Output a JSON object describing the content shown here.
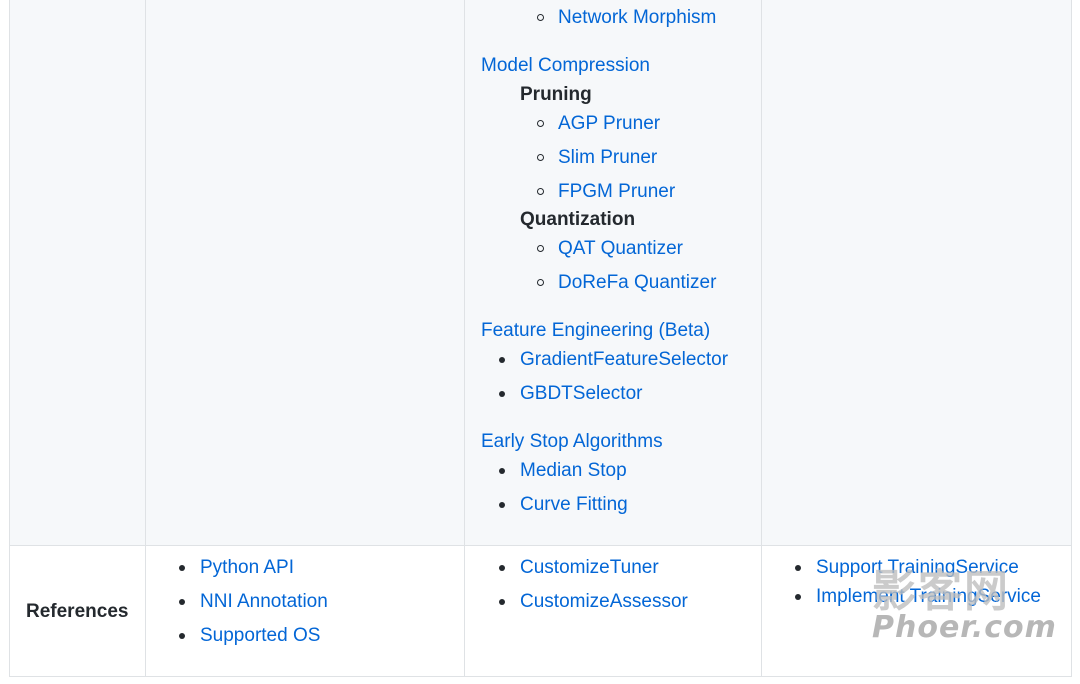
{
  "section_top": {
    "nas_tail": [
      "Network Morphism"
    ],
    "model_compression": {
      "heading": "Model Compression",
      "pruning_label": "Pruning",
      "pruning_items": [
        "AGP Pruner",
        "Slim Pruner",
        "FPGM Pruner"
      ],
      "quantization_label": "Quantization",
      "quantization_items": [
        "QAT Quantizer",
        "DoReFa Quantizer"
      ]
    },
    "feature_engineering": {
      "heading": "Feature Engineering (Beta)",
      "items": [
        "GradientFeatureSelector",
        "GBDTSelector"
      ]
    },
    "early_stop": {
      "heading": "Early Stop Algorithms",
      "items": [
        "Median Stop",
        "Curve Fitting"
      ]
    }
  },
  "references": {
    "label": "References",
    "col1": [
      "Python API",
      "NNI Annotation",
      "Supported OS"
    ],
    "col2": [
      "CustomizeTuner",
      "CustomizeAssessor"
    ],
    "col3": [
      "Support TrainingService",
      "Implement TrainingService"
    ]
  },
  "watermark": {
    "line1": "影客网",
    "line2": "Phoer.com"
  }
}
